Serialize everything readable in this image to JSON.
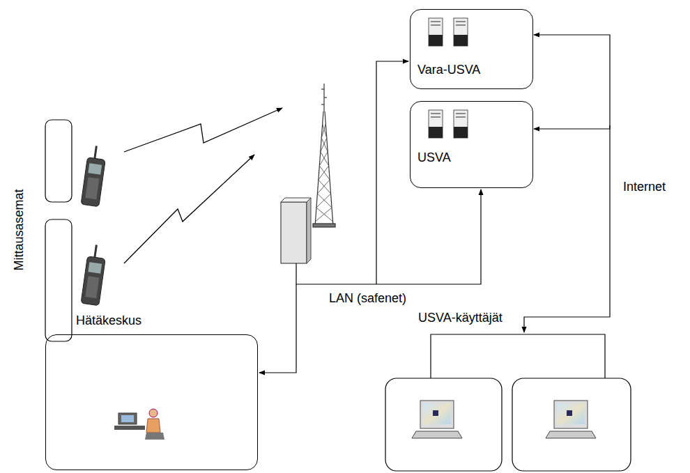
{
  "diagram": {
    "nodes": [
      {
        "text": [
          "Vara-USVA"
        ]
      },
      {
        "text": [
          "USVA"
        ]
      },
      {
        "text": [
          "Hätäkeskus"
        ]
      }
    ],
    "edges": [
      {
        "from": 0,
        "to": 1,
        "arrow": "both",
        "label": "Internet"
      }
    ],
    "labels": [
      "Mittausasemat",
      "LAN (safenet)",
      "USVA-käyttäjät"
    ]
  }
}
